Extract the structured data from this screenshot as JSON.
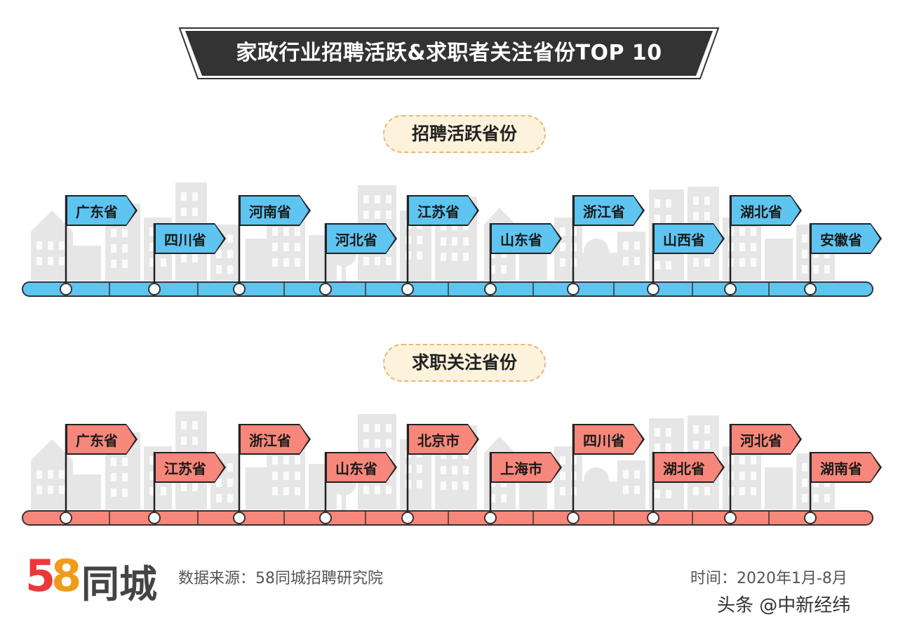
{
  "title": "家政行业招聘活跃&求职者关注省份TOP 10",
  "colors": {
    "banner": "#333333",
    "blue_track": "#5ec4f0",
    "red_track": "#f6877a",
    "pill_bg": "#fdf3dc",
    "pill_border": "#e6b87a",
    "skyline": "#e6e6e6"
  },
  "sections": [
    {
      "label": "招聘活跃省份",
      "color": "blue",
      "items": [
        "广东省",
        "四川省",
        "河南省",
        "河北省",
        "江苏省",
        "山东省",
        "浙江省",
        "山西省",
        "湖北省",
        "安徽省"
      ]
    },
    {
      "label": "求职关注省份",
      "color": "red",
      "items": [
        "广东省",
        "江苏省",
        "浙江省",
        "山东省",
        "北京市",
        "上海市",
        "四川省",
        "湖北省",
        "河北省",
        "湖南省"
      ]
    }
  ],
  "footer": {
    "logo_number": "58",
    "logo_name": "同城",
    "source": "数据来源：58同城招聘研究院",
    "time": "时间：2020年1月-8月",
    "watermark": "头条 @中新经纬"
  },
  "icons": [
    "flag-icon",
    "skyline-illustration",
    "logo-58-icon"
  ]
}
